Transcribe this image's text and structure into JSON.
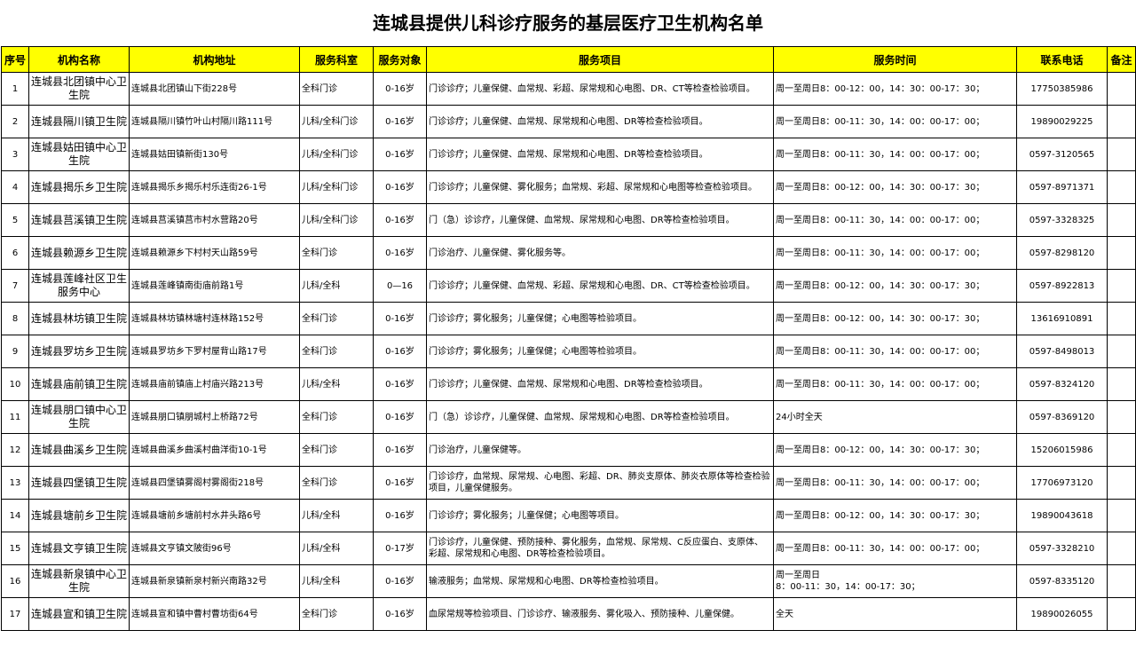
{
  "title": "连城县提供儿科诊疗服务的基层医疗卫生机构名单",
  "headers": [
    "序号",
    "机构名称",
    "机构地址",
    "服务科室",
    "服务对象",
    "服务项目",
    "服务时间",
    "联系电话",
    "备注"
  ],
  "rows": [
    {
      "no": "1",
      "name": "连城县北团镇中心卫生院",
      "address": "连城县北团镇山下街228号",
      "dept": "全科门诊",
      "target": "0-16岁",
      "items": "门诊诊疗；儿童保健、血常规、彩超、尿常规和心电图、DR、CT等检查检验项目。",
      "time": "周一至周日8：00-12：00，14：30：00-17：30；",
      "phone": "17750385986",
      "note": ""
    },
    {
      "no": "2",
      "name": "连城县隔川镇卫生院",
      "address": "连城县隔川镇竹叶山村隔川路111号",
      "dept": "儿科/全科门诊",
      "target": "0-16岁",
      "items": "门诊诊疗；儿童保健、血常规、尿常规和心电图、DR等检查检验项目。",
      "time": "周一至周日8：00-11：30，14：00：00-17：00；",
      "phone": "19890029225",
      "note": ""
    },
    {
      "no": "3",
      "name": "连城县姑田镇中心卫生院",
      "address": "连城县姑田镇新街130号",
      "dept": "儿科/全科门诊",
      "target": "0-16岁",
      "items": "门诊诊疗；儿童保健、血常规、尿常规和心电图、DR等检查检验项目。",
      "time": "周一至周日8：00-11：30，14：00：00-17：00；",
      "phone": "0597-3120565",
      "note": ""
    },
    {
      "no": "4",
      "name": "连城县揭乐乡卫生院",
      "address": "连城县揭乐乡揭乐村乐连街26-1号",
      "dept": "儿科/全科门诊",
      "target": "0-16岁",
      "items": "门诊诊疗；儿童保健、雾化服务；血常规、彩超、尿常规和心电图等检查检验项目。",
      "time": "周一至周日8：00-12：00，14：30：00-17：30；",
      "phone": "0597-8971371",
      "note": ""
    },
    {
      "no": "5",
      "name": "连城县莒溪镇卫生院",
      "address": "连城县莒溪镇莒市村水营路20号",
      "dept": "儿科/全科门诊",
      "target": "0-16岁",
      "items": "门（急）诊诊疗，儿童保健、血常规、尿常规和心电图、DR等检查检验项目。",
      "time": "周一至周日8：00-11：30，14：00：00-17：00；",
      "phone": "0597-3328325",
      "note": ""
    },
    {
      "no": "6",
      "name": "连城县赖源乡卫生院",
      "address": "连城县赖源乡下村村天山路59号",
      "dept": "全科门诊",
      "target": "0-16岁",
      "items": "门诊治疗、儿童保健、雾化服务等。",
      "time": "周一至周日8：00-11：30，14：00：00-17：00；",
      "phone": "0597-8298120",
      "note": ""
    },
    {
      "no": "7",
      "name": "连城县莲峰社区卫生服务中心",
      "address": "连城县莲峰镇南街庙前路1号",
      "dept": "儿科/全科",
      "target": "0—16",
      "items": "门诊诊疗；儿童保健、血常规、彩超、尿常规和心电图、DR、CT等检查检验项目。",
      "time": "周一至周日8：00-12：00，14：30：00-17：30；",
      "phone": "0597-8922813",
      "note": ""
    },
    {
      "no": "8",
      "name": "连城县林坊镇卫生院",
      "address": "连城县林坊镇林塘村连林路152号",
      "dept": "全科门诊",
      "target": "0-16岁",
      "items": "门诊诊疗；雾化服务；儿童保健；心电图等检验项目。",
      "time": "周一至周日8：00-12：00，14：30：00-17：30；",
      "phone": "13616910891",
      "note": ""
    },
    {
      "no": "9",
      "name": "连城县罗坊乡卫生院",
      "address": "连城县罗坊乡下罗村屋背山路17号",
      "dept": "全科门诊",
      "target": "0-16岁",
      "items": "门诊诊疗；雾化服务；儿童保健；心电图等检验项目。",
      "time": "周一至周日8：00-11：30，14：00：00-17：00；",
      "phone": "0597-8498013",
      "note": ""
    },
    {
      "no": "10",
      "name": "连城县庙前镇卫生院",
      "address": "连城县庙前镇庙上村庙兴路213号",
      "dept": "儿科/全科",
      "target": "0-16岁",
      "items": "门诊诊疗；儿童保健、血常规、尿常规和心电图、DR等检查检验项目。",
      "time": "周一至周日8：00-11：30，14：00：00-17：00；",
      "phone": "0597-8324120",
      "note": ""
    },
    {
      "no": "11",
      "name": "连城县朋口镇中心卫生院",
      "address": "连城县朋口镇朋城村上桥路72号",
      "dept": "全科门诊",
      "target": "0-16岁",
      "items": "门（急）诊诊疗，儿童保健、血常规、尿常规和心电图、DR等检查检验项目。",
      "time": "24小时全天",
      "phone": "0597-8369120",
      "note": ""
    },
    {
      "no": "12",
      "name": "连城县曲溪乡卫生院",
      "address": "连城县曲溪乡曲溪村曲洋街10-1号",
      "dept": "全科门诊",
      "target": "0-16岁",
      "items": "门诊治疗，儿童保健等。",
      "time": "周一至周日8：00-12：00，14：30：00-17：30；",
      "phone": "15206015986",
      "note": ""
    },
    {
      "no": "13",
      "name": "连城县四堡镇卫生院",
      "address": "连城县四堡镇雾阁村雾阁街218号",
      "dept": "全科门诊",
      "target": "0-16岁",
      "items": "门诊诊疗，血常规、尿常规、心电图、彩超、DR、肺炎支原体、肺炎衣原体等检查检验项目，儿童保健服务。",
      "time": "周一至周日8：00-11：30，14：00：00-17：00；",
      "phone": "17706973120",
      "note": ""
    },
    {
      "no": "14",
      "name": "连城县塘前乡卫生院",
      "address": "连城县塘前乡塘前村水井头路6号",
      "dept": "儿科/全科",
      "target": "0-16岁",
      "items": "门诊诊疗；雾化服务；儿童保健；心电图等项目。",
      "time": "周一至周日8：00-12：00，14：30：00-17：30；",
      "phone": "19890043618",
      "note": ""
    },
    {
      "no": "15",
      "name": "连城县文亨镇卫生院",
      "address": "连城县文亨镇文陂街96号",
      "dept": "儿科/全科",
      "target": "0-17岁",
      "items": "门诊诊疗，儿童保健、预防接种、雾化服务，血常规、尿常规、C反应蛋白、支原体、彩超、尿常规和心电图、DR等检查检验项目。",
      "time": "周一至周日8：00-11：30，14：00：00-17：00；",
      "phone": "0597-3328210",
      "note": ""
    },
    {
      "no": "16",
      "name": "连城县新泉镇中心卫生院",
      "address": "连城县新泉镇新泉村新兴南路32号",
      "dept": "儿科/全科",
      "target": "0-16岁",
      "items": "输液服务；血常规、尿常规和心电图、DR等检查检验项目。",
      "time": "周一至周日\n8：00-11：30，14：00-17：30；",
      "phone": "0597-8335120",
      "note": ""
    },
    {
      "no": "17",
      "name": "连城县宣和镇卫生院",
      "address": "连城县宣和镇中曹村曹坊街64号",
      "dept": "全科门诊",
      "target": "0-16岁",
      "items": "血尿常规等检验项目、门诊诊疗、输液服务、雾化吸入、预防接种、儿童保健。",
      "time": "全天",
      "phone": "19890026055",
      "note": ""
    }
  ]
}
